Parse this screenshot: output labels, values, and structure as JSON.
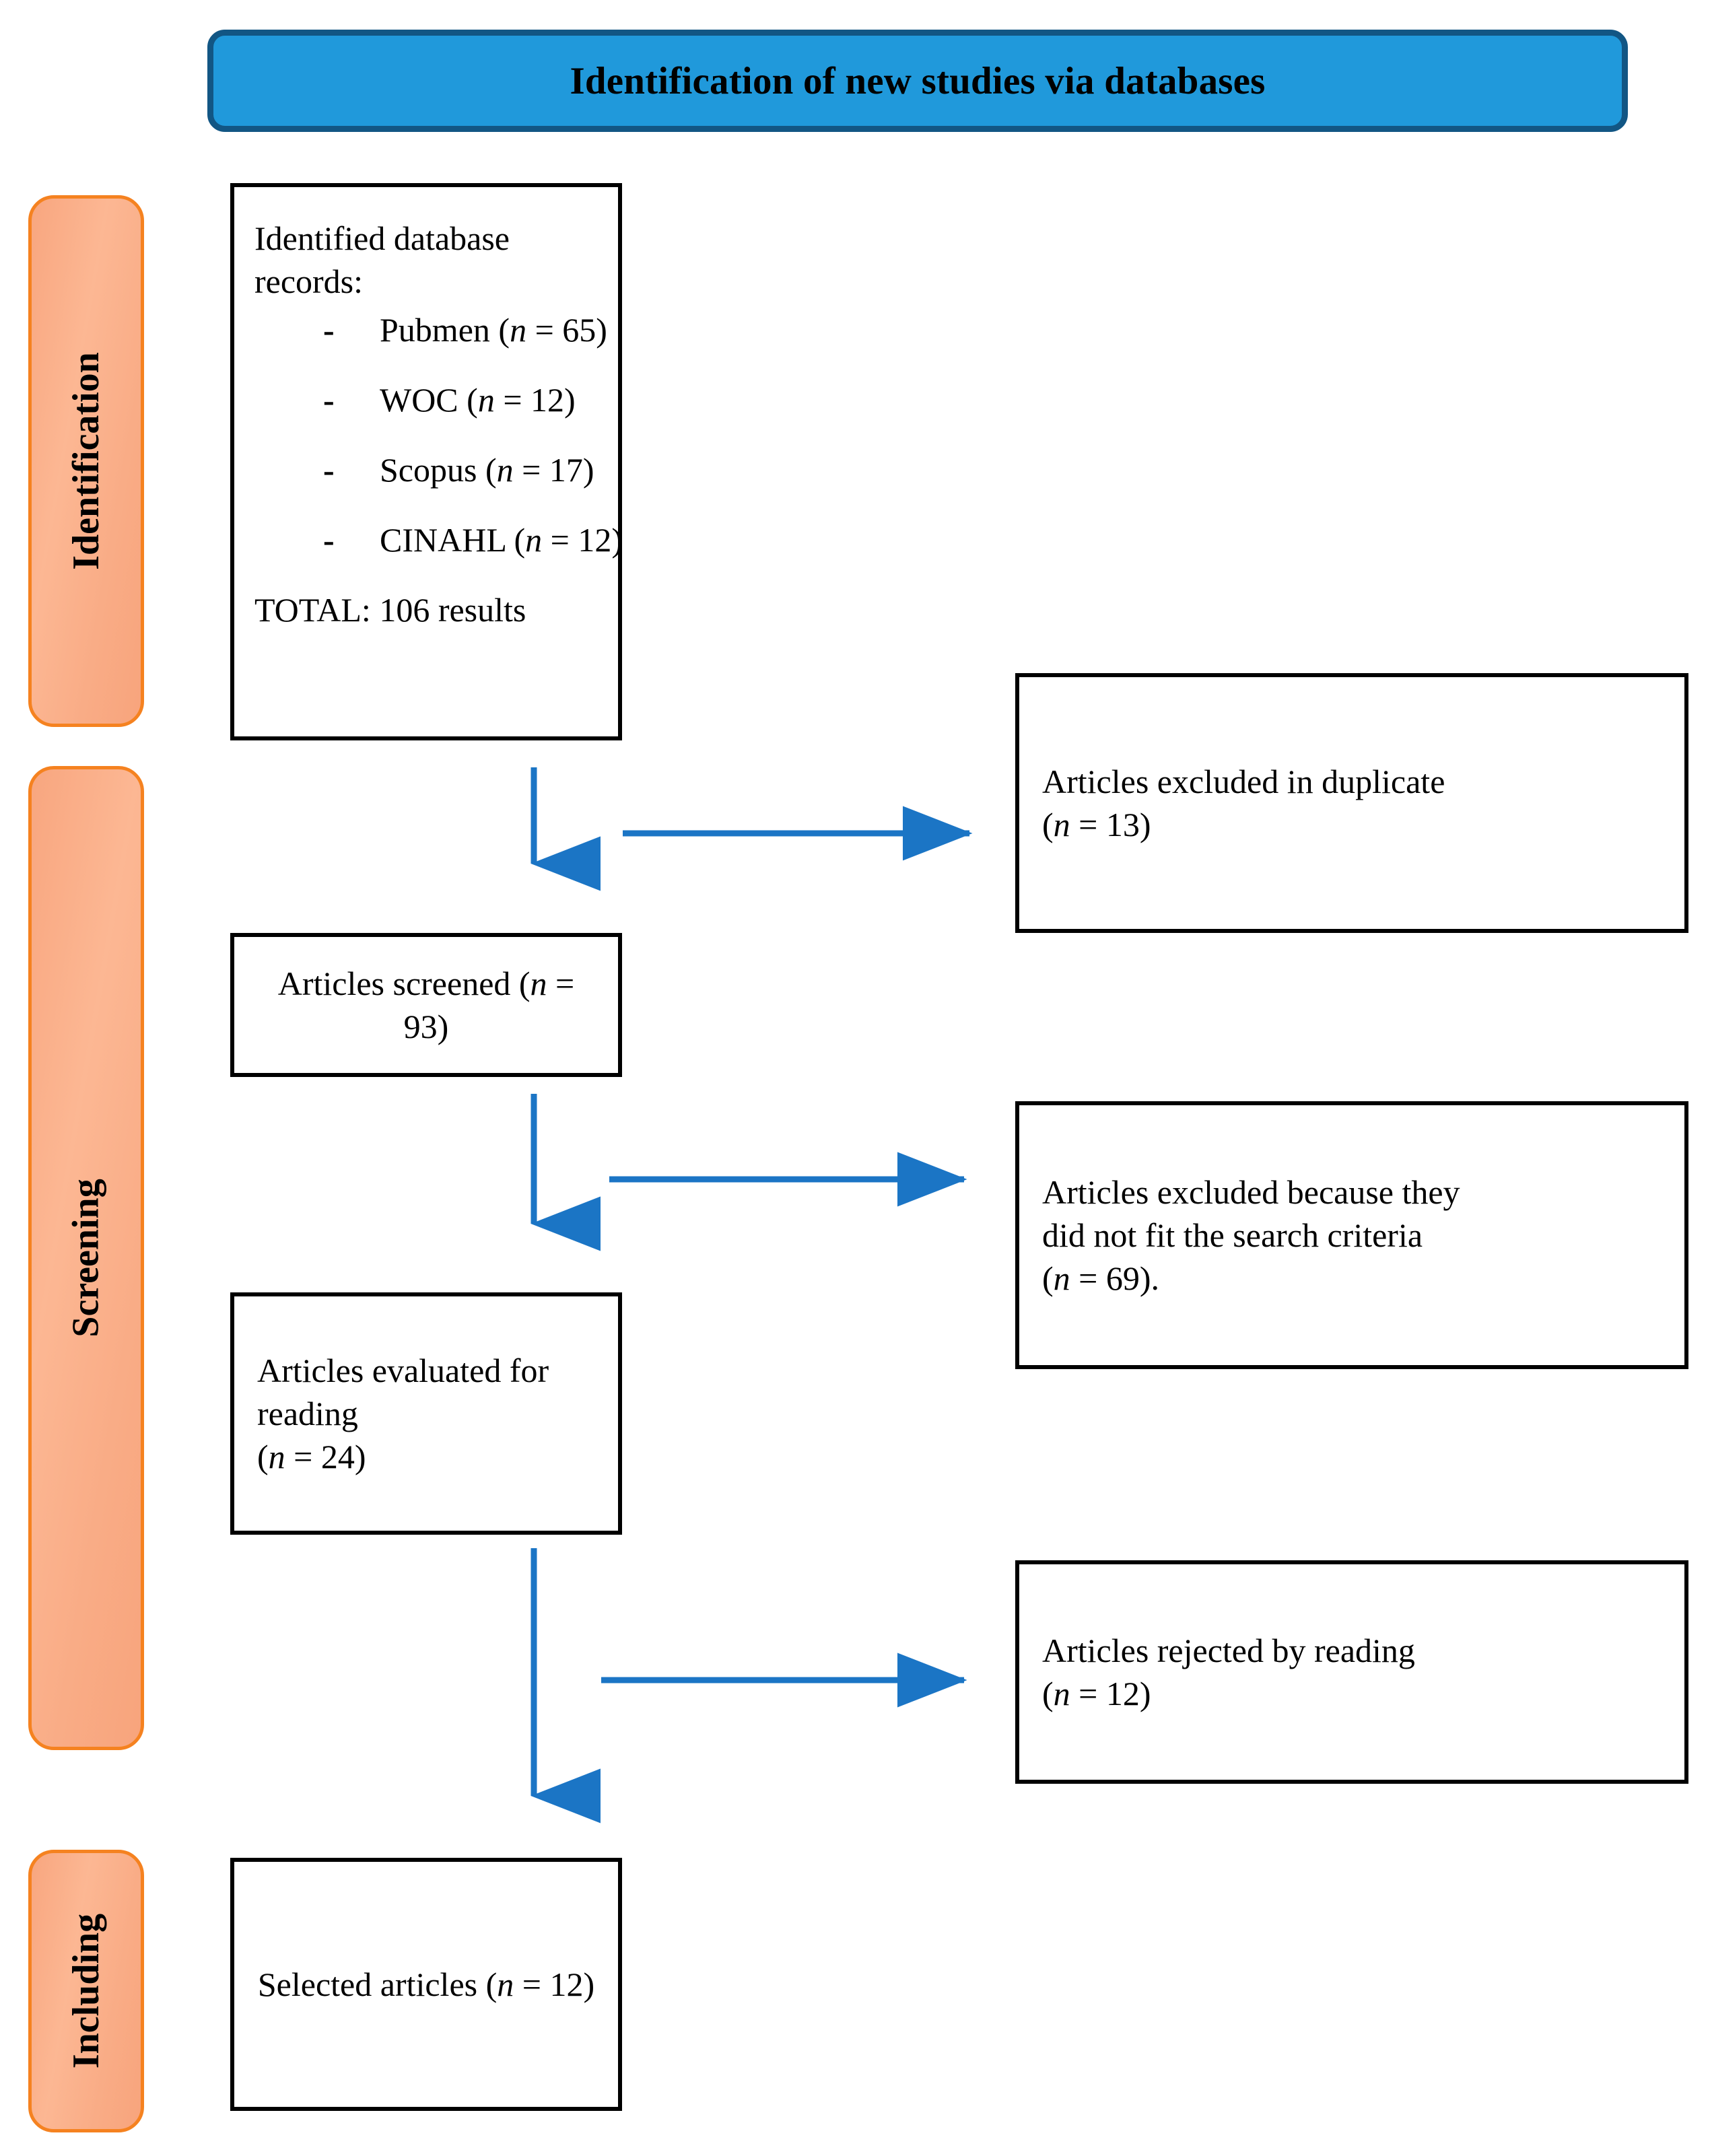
{
  "banner": {
    "title": "Identification of new studies via databases",
    "fill": "#2099db",
    "border": "#125684"
  },
  "stages": [
    {
      "id": "identification",
      "label": "Identification"
    },
    {
      "id": "screening",
      "label": "Screening"
    },
    {
      "id": "including",
      "label": "Including"
    }
  ],
  "stage_colors": {
    "fill": "#fab18c",
    "border": "#f58220"
  },
  "arrow_color": "#1b75c5",
  "boxes": {
    "identified": {
      "heading": "Identified database records:",
      "records": [
        {
          "source": "Pubmen",
          "n_label": "n",
          "eq": " = ",
          "n": "65"
        },
        {
          "source": "WOC",
          "n_label": "n",
          "eq": " = ",
          "n": "12"
        },
        {
          "source": "Scopus",
          "n_label": "n",
          "eq": " = ",
          "n": "17"
        },
        {
          "source": "CINAHL",
          "n_label": "n",
          "eq": " = ",
          "n": "12"
        }
      ],
      "total": "TOTAL: 106 results"
    },
    "screened": {
      "text": "Articles screened (",
      "n_label": "n",
      "n": " = 93)"
    },
    "evaluated": {
      "line1": "Articles evaluated for reading",
      "n_label": "n",
      "n": " = 24)"
    },
    "selected": {
      "text": "Selected articles (",
      "n_label": "n",
      "n": " = 12)"
    },
    "excluded_duplicate": {
      "line1": "Articles excluded in duplicate",
      "n_label": "n",
      "n": " = 13)"
    },
    "excluded_criteria": {
      "line1": "Articles excluded because they",
      "line2": "did not fit the search criteria",
      "n_label": "n",
      "n": " = 69)."
    },
    "excluded_reading": {
      "line1": "Articles rejected by reading",
      "n_label": "n",
      "n": " = 12)"
    }
  }
}
